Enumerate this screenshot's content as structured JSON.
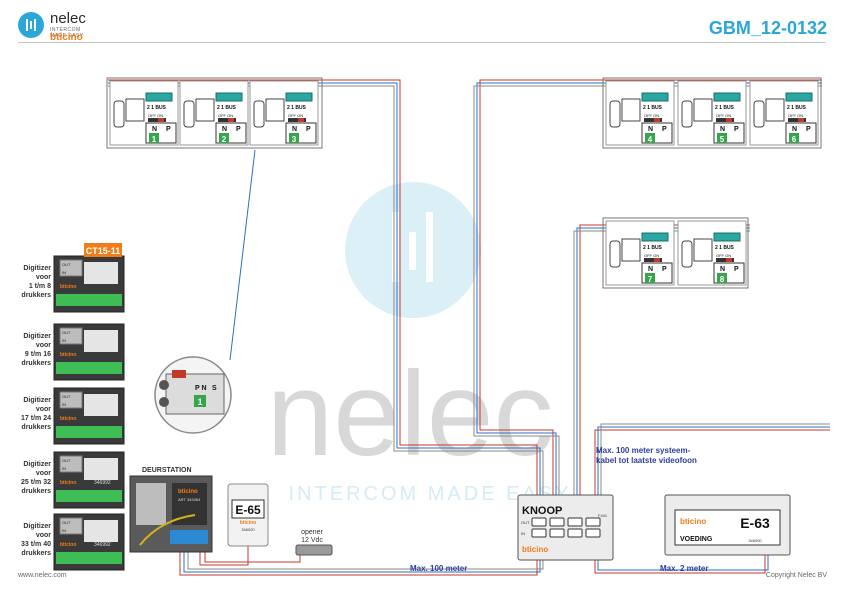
{
  "header": {
    "logo_word": "nelec",
    "logo_tagline": "INTERCOM MADE EASY",
    "logo_brand": "bticino",
    "document_code": "GBM_12-0132"
  },
  "watermark": {
    "word": "nelec",
    "tagline": "INTERCOM MADE EASY"
  },
  "monitors": [
    {
      "number": "1",
      "terminals": "2 1 BUS",
      "switch": "OFF ON",
      "np": [
        "N",
        "P"
      ]
    },
    {
      "number": "2",
      "terminals": "2 1 BUS",
      "switch": "OFF ON",
      "np": [
        "N",
        "P"
      ]
    },
    {
      "number": "3",
      "terminals": "2 1 BUS",
      "switch": "OFF ON",
      "np": [
        "N",
        "P"
      ]
    },
    {
      "number": "4",
      "terminals": "2 1 BUS",
      "switch": "OFF ON",
      "np": [
        "N",
        "P"
      ]
    },
    {
      "number": "5",
      "terminals": "2 1 BUS",
      "switch": "OFF ON",
      "np": [
        "N",
        "P"
      ]
    },
    {
      "number": "6",
      "terminals": "2 1 BUS",
      "switch": "OFF ON",
      "np": [
        "N",
        "P"
      ]
    },
    {
      "number": "7",
      "terminals": "2 1 BUS",
      "switch": "OFF ON",
      "np": [
        "N",
        "P"
      ]
    },
    {
      "number": "8",
      "terminals": "2 1 BUS",
      "switch": "OFF ON",
      "np": [
        "N",
        "P"
      ]
    }
  ],
  "digitizers": [
    {
      "lines": [
        "Digitizer",
        "voor",
        "1 t/m 8",
        "drukkers"
      ],
      "code": "",
      "badge": "CT15-11"
    },
    {
      "lines": [
        "Digitizer",
        "voor",
        "9 t/m 16",
        "drukkers"
      ],
      "code": "",
      "badge": ""
    },
    {
      "lines": [
        "Digitizer",
        "voor",
        "17 t/m 24",
        "drukkers"
      ],
      "code": "",
      "badge": ""
    },
    {
      "lines": [
        "Digitizer",
        "voor",
        "25 t/m 32",
        "drukkers"
      ],
      "code": "346992",
      "badge": ""
    },
    {
      "lines": [
        "Digitizer",
        "voor",
        "33 t/m 40",
        "drukkers"
      ],
      "code": "346992",
      "badge": ""
    }
  ],
  "digitizer_module": {
    "out": "OUT",
    "in": "IN",
    "brand": "bticino"
  },
  "zoom_inset": {
    "np": "P N",
    "switch": "S",
    "number": "1"
  },
  "door_station": {
    "title": "DEURSTATION",
    "brand": "bticino",
    "art": "ART 343364"
  },
  "e65": {
    "name": "E-65",
    "brand": "bticino",
    "code": "346020"
  },
  "opener": {
    "line1": "opener",
    "line2": "12 Vdc"
  },
  "knoop": {
    "name": "KNOOP",
    "brand": "bticino",
    "code": "F441",
    "out": "OUT",
    "in": "IN"
  },
  "e63": {
    "name": "E-63",
    "brand": "bticino",
    "label": "VOEDING",
    "code": "346000"
  },
  "annotations": {
    "system_cable_1": "Max. 100 meter systeem-",
    "system_cable_2": "kabel tot laatste videofoon",
    "max_100": "Max. 100 meter",
    "max_2": "Max. 2 meter"
  },
  "footer": {
    "website": "www.nelec.com",
    "copyright": "Copyright Nelec BV"
  }
}
